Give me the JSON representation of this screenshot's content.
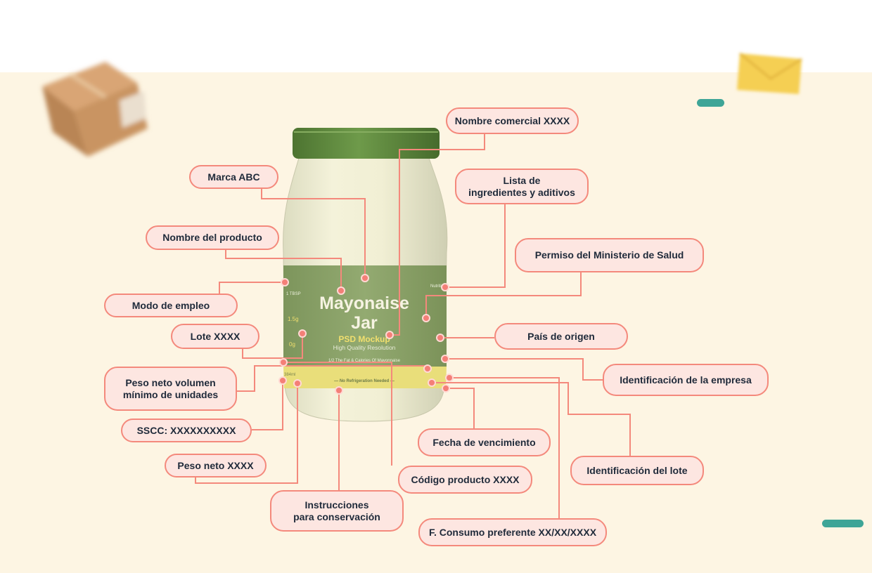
{
  "jar": {
    "brand_text": "Mayonaise Jar",
    "brand_line1": "Mayonaise",
    "brand_line2": "Jar",
    "sub_title": "PSD Mockup",
    "sub_line": "High Quality Resolution",
    "tagline": "1/2 The Fat & Calories Of Mayonnaise",
    "band_text": "— No Refrigeration Needed —",
    "side_left_1": "1.5g",
    "side_left_2": "0g",
    "side_tbsp": "1 TBSP",
    "side_ml": "384ml",
    "side_nutrition": "Nutrition"
  },
  "labels": {
    "nombre_comercial": "Nombre comercial XXXX",
    "marca": "Marca ABC",
    "lista_ingredientes": "Lista de\ningredientes y aditivos",
    "nombre_producto": "Nombre del producto",
    "permiso_ministerio": "Permiso del Ministerio de Salud",
    "modo_empleo": "Modo de empleo",
    "lote": "Lote XXXX",
    "pais_origen": "País de origen",
    "peso_neto_volumen": "Peso neto volumen\nmínimo de unidades",
    "identificacion_empresa": "Identificación de la empresa",
    "sscc": "SSCC: XXXXXXXXXX",
    "fecha_vencimiento": "Fecha de vencimiento",
    "peso_neto": "Peso neto XXXX",
    "identificacion_lote": "Identificación del lote",
    "codigo_producto": "Código producto XXXX",
    "instrucciones": "Instrucciones\npara conservación",
    "consumo_preferente": "F. Consumo preferente XX/XX/XXXX"
  },
  "colors": {
    "background": "#fdf5e3",
    "callout_fill": "#fde6e1",
    "callout_border": "#f4897c",
    "leader_line": "#f4897c",
    "label_green": "#8ea46c",
    "lid_green": "#5f8a3f",
    "accent_teal": "#3ea597",
    "text": "#1f2a3a"
  },
  "decorations": [
    "package-box-icon",
    "envelope-icon"
  ]
}
